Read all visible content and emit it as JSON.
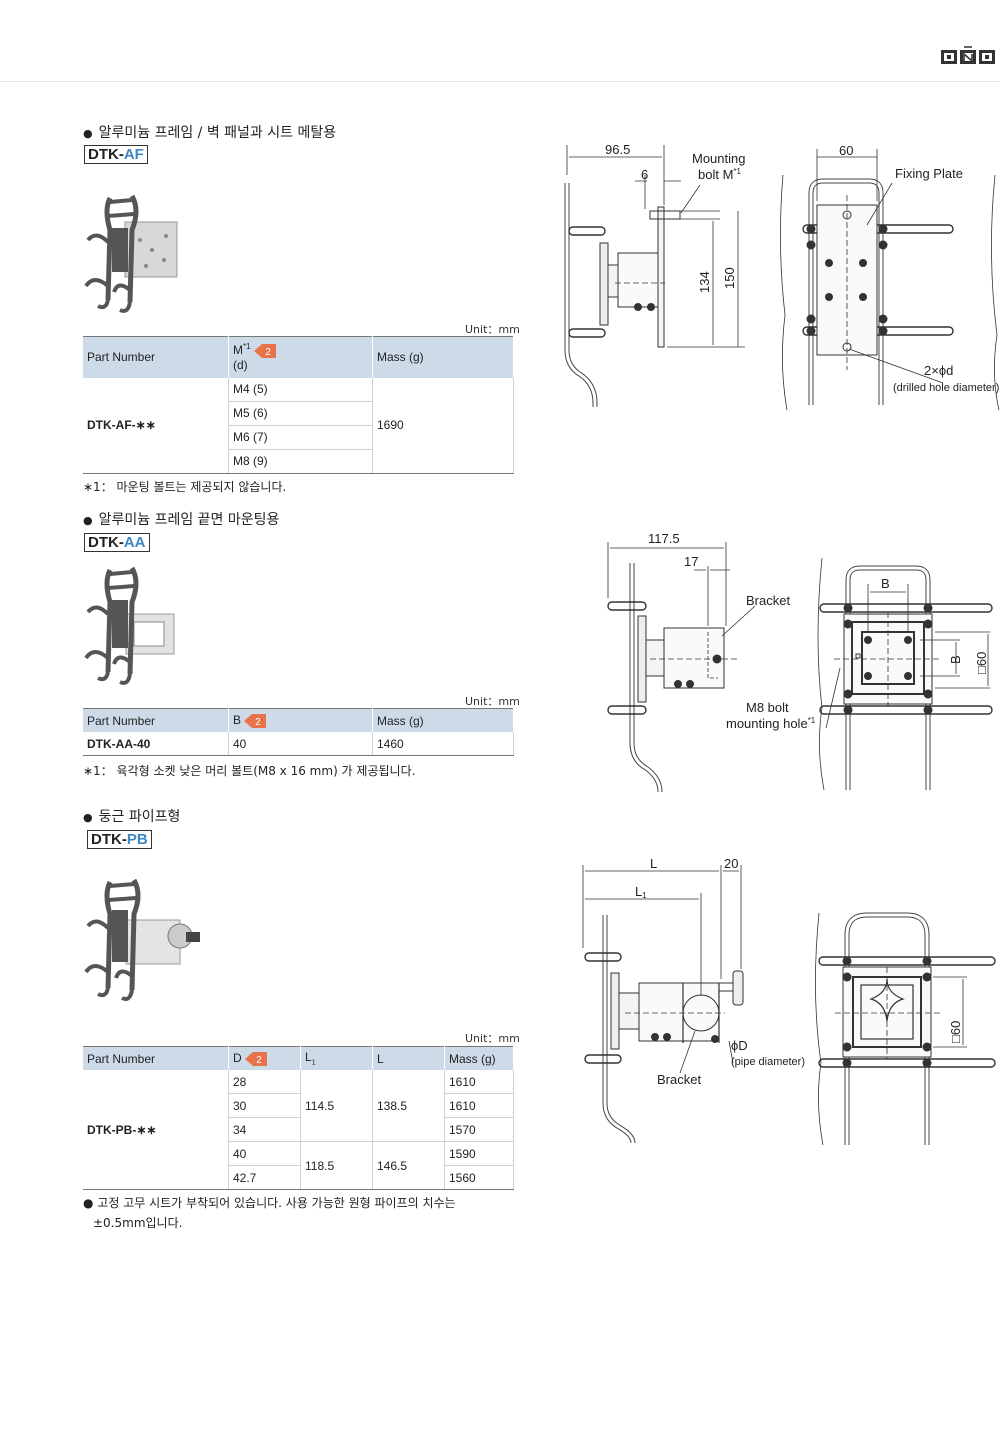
{
  "sections": [
    {
      "heading": "알루미늄 프레임 / 벽 패널과 시트 메탈용",
      "model_prefix": "DTK-",
      "model_suffix": "AF",
      "unit": "Unit：mm",
      "headers": [
        "Part Number",
        "M",
        "*1",
        "(d)",
        "Mass (g)"
      ],
      "part_number": "DTK-AF-∗∗",
      "m_values": [
        "M4 (5)",
        "M5 (6)",
        "M6 (7)",
        "M8 (9)"
      ],
      "mass": "1690",
      "note": "∗1： 마운팅 볼트는 제공되지 않습니다.",
      "diagram": {
        "dim_width": "96.5",
        "dim_bolt": "6",
        "label_mounting": "Mounting",
        "label_bolt": "bolt M",
        "label_bolt_sup": "*1",
        "dim_134": "134",
        "dim_150": "150",
        "dim_60": "60",
        "label_fixing": "Fixing Plate",
        "label_holes": "2×ϕd",
        "label_drilled": "(drilled hole diameter)"
      }
    },
    {
      "heading": "알루미늄 프레임 끝면 마운팅용",
      "model_prefix": "DTK-",
      "model_suffix": "AA",
      "unit": "Unit：mm",
      "headers": [
        "Part Number",
        "B",
        "Mass (g)"
      ],
      "part_number": "DTK-AA-40",
      "b_value": "40",
      "mass": "1460",
      "note": "∗1： 육각형 소켓 낮은 머리 볼트(M8 x 16 mm) 가 제공됩니다.",
      "diagram": {
        "dim_width": "117.5",
        "dim_17": "17",
        "label_bracket": "Bracket",
        "label_m8": "M8 bolt",
        "label_mount_hole": "mounting hole",
        "label_sup": "*1",
        "dim_b_top": "B",
        "dim_b_side": "B",
        "dim_60": "□60"
      }
    },
    {
      "heading": "둥근 파이프형",
      "model_prefix": "DTK-",
      "model_suffix": "PB",
      "unit": "Unit：mm",
      "headers": [
        "Part Number",
        "D",
        "L",
        "1",
        "L",
        "Mass (g)"
      ],
      "part_number": "DTK-PB-∗∗",
      "rows": [
        {
          "d": "28",
          "mass": "1610"
        },
        {
          "d": "30",
          "mass": "1610"
        },
        {
          "d": "34",
          "mass": "1570"
        },
        {
          "d": "40",
          "mass": "1590"
        },
        {
          "d": "42.7",
          "mass": "1560"
        }
      ],
      "l1_groups": [
        "114.5",
        "118.5"
      ],
      "l_groups": [
        "138.5",
        "146.5"
      ],
      "note_line1": "● 고정 고무 시트가 부착되어 있습니다. 사용 가능한 원형 파이프의 치수는",
      "note_line2": "±0.5mm입니다.",
      "diagram": {
        "dim_l": "L",
        "dim_l1": "L",
        "dim_l1_sub": "1",
        "dim_20": "20",
        "label_phid": "ϕD",
        "label_pipe": "(pipe diameter)",
        "label_bracket": "Bracket",
        "dim_60": "□60"
      }
    }
  ],
  "colors": {
    "header_bg": "#cddbe8",
    "suffix": "#3f87c0",
    "tag": "#e8734a"
  }
}
